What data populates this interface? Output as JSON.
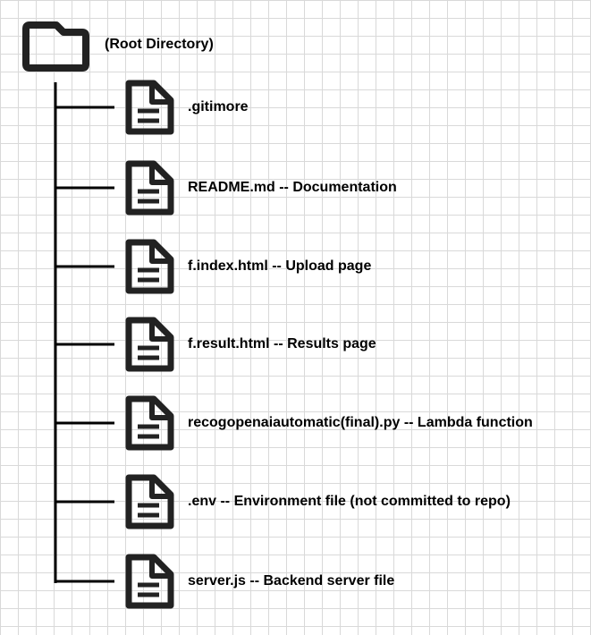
{
  "root": {
    "label": "(Root Directory)",
    "icon": "folder-icon"
  },
  "files": [
    {
      "label": ".gitimore",
      "icon": "file-icon"
    },
    {
      "label": "README.md -- Documentation",
      "icon": "file-icon"
    },
    {
      "label": "f.index.html -- Upload page",
      "icon": "file-icon"
    },
    {
      "label": "f.result.html -- Results page",
      "icon": "file-icon"
    },
    {
      "label": "recogopenaiautomatic(final).py -- Lambda function",
      "icon": "file-icon"
    },
    {
      "label": ".env -- Environment file (not committed to repo)",
      "icon": "file-icon"
    },
    {
      "label": "server.js -- Backend server file",
      "icon": "file-icon"
    }
  ],
  "colors": {
    "ink": "#222222",
    "text": "#000000",
    "grid": "#d9d9d9"
  }
}
